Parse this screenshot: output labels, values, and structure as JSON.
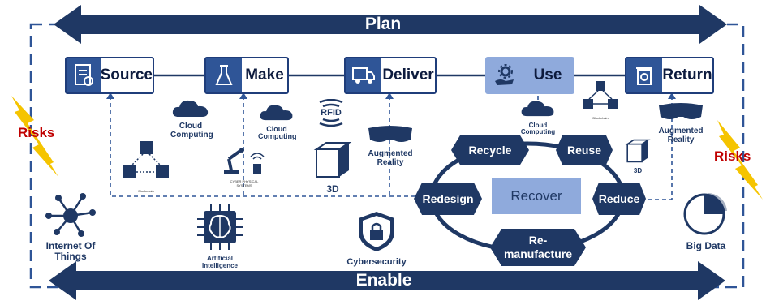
{
  "top_arrow": {
    "label": "Plan"
  },
  "bottom_arrow": {
    "label": "Enable"
  },
  "steps": [
    {
      "label": "Source",
      "icon": "document-icon"
    },
    {
      "label": "Make",
      "icon": "flask-icon"
    },
    {
      "label": "Deliver",
      "icon": "truck-icon"
    },
    {
      "label": "Use",
      "icon": "gear-hand-icon"
    },
    {
      "label": "Return",
      "icon": "recycle-bin-icon"
    }
  ],
  "cycle": {
    "center": "Recover",
    "nodes": [
      "Recycle",
      "Reuse",
      "Reduce",
      "Re-\nmanufacture",
      "Redesign"
    ]
  },
  "technologies": {
    "cloud_1": "Cloud\nComputing",
    "cloud_2": "Cloud\nComputing",
    "cloud_3": "Cloud\nComputing",
    "blockchain_1": "Blockchain",
    "blockchain_2": "Blockchain",
    "cps": "CYBER PHYSICAL\nSYSTEMS",
    "rfid": "RFID",
    "ar_1": "Augmented\nReality",
    "ar_2": "Augmented\nReality",
    "three_d_1": "3D",
    "three_d_2": "3D"
  },
  "risks": {
    "left": "Risks",
    "right": "Risks"
  },
  "enablers": {
    "iot": "Internet Of\nThings",
    "ai": "Artificial\nIntelligence",
    "security": "Cybersecurity",
    "bigdata": "Big Data"
  },
  "colors": {
    "navy": "#1f3864",
    "mid_blue": "#2f5597",
    "light_blue": "#8faadc",
    "risk_red": "#c00000",
    "lightning": "#f5c400"
  }
}
